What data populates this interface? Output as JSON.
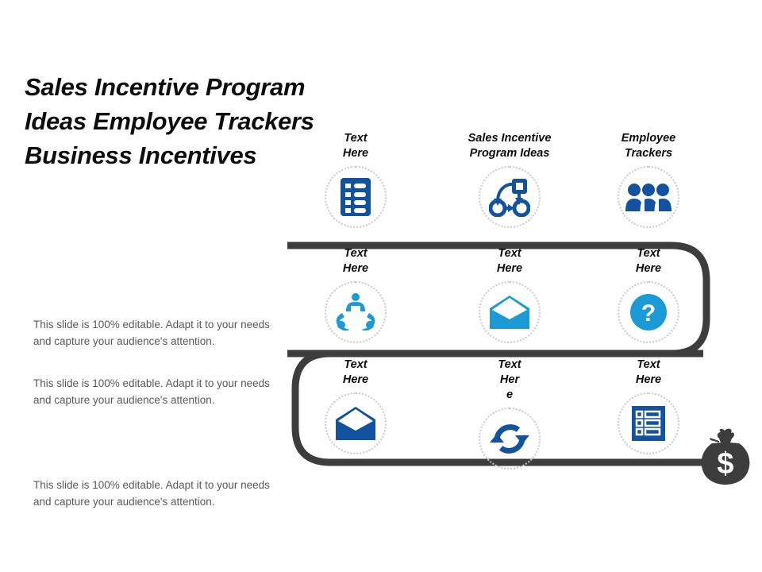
{
  "slide": {
    "title": "Sales Incentive Program Ideas Employee Trackers Business Incentives",
    "background_color": "#ffffff",
    "track_color": "#3d3d3d",
    "accent_dark_blue": "#13529e",
    "accent_light_blue": "#1b9ad6",
    "ring_color": "#c9c9c9",
    "body_text_color": "#595959"
  },
  "notes": [
    "This slide is 100% editable. Adapt it to your needs and capture your audience's attention.",
    "This slide is 100% editable. Adapt it to your needs and capture your audience's attention.",
    "This slide is 100% editable. Adapt it to your needs and capture your audience's attention."
  ],
  "items": [
    {
      "row": 1,
      "column": 1,
      "label": "Text\nHere",
      "icon": "list-document-icon",
      "icon_color": "#13529e"
    },
    {
      "row": 1,
      "column": 2,
      "label": "Sales Incentive\nProgram Ideas",
      "icon": "workflow-diagram-icon",
      "icon_color": "#13529e"
    },
    {
      "row": 1,
      "column": 3,
      "label": "Employee\nTrackers",
      "icon": "people-group-icon",
      "icon_color": "#13529e"
    },
    {
      "row": 2,
      "column": 1,
      "label": "Text\nHere",
      "icon": "teamwork-collaboration-icon",
      "icon_color": "#1b9ad6"
    },
    {
      "row": 2,
      "column": 2,
      "label": "Text\nHere",
      "icon": "open-envelope-icon",
      "icon_color": "#1b9ad6"
    },
    {
      "row": 2,
      "column": 3,
      "label": "Text\nHere",
      "icon": "question-mark-circle-icon",
      "icon_color": "#1b9ad6"
    },
    {
      "row": 3,
      "column": 1,
      "label": "Text\nHere",
      "icon": "open-envelope-icon",
      "icon_color": "#13529e"
    },
    {
      "row": 3,
      "column": 2,
      "label": "Text\nHer\ne",
      "icon": "refresh-cycle-icon",
      "icon_color": "#13529e"
    },
    {
      "row": 3,
      "column": 3,
      "label": "Text\nHere",
      "icon": "checklist-form-icon",
      "icon_color": "#13529e"
    }
  ],
  "decoration": {
    "money_bag_icon": "money-bag-icon",
    "money_bag_color": "#3d3d3d",
    "money_bag_symbol": "$"
  }
}
